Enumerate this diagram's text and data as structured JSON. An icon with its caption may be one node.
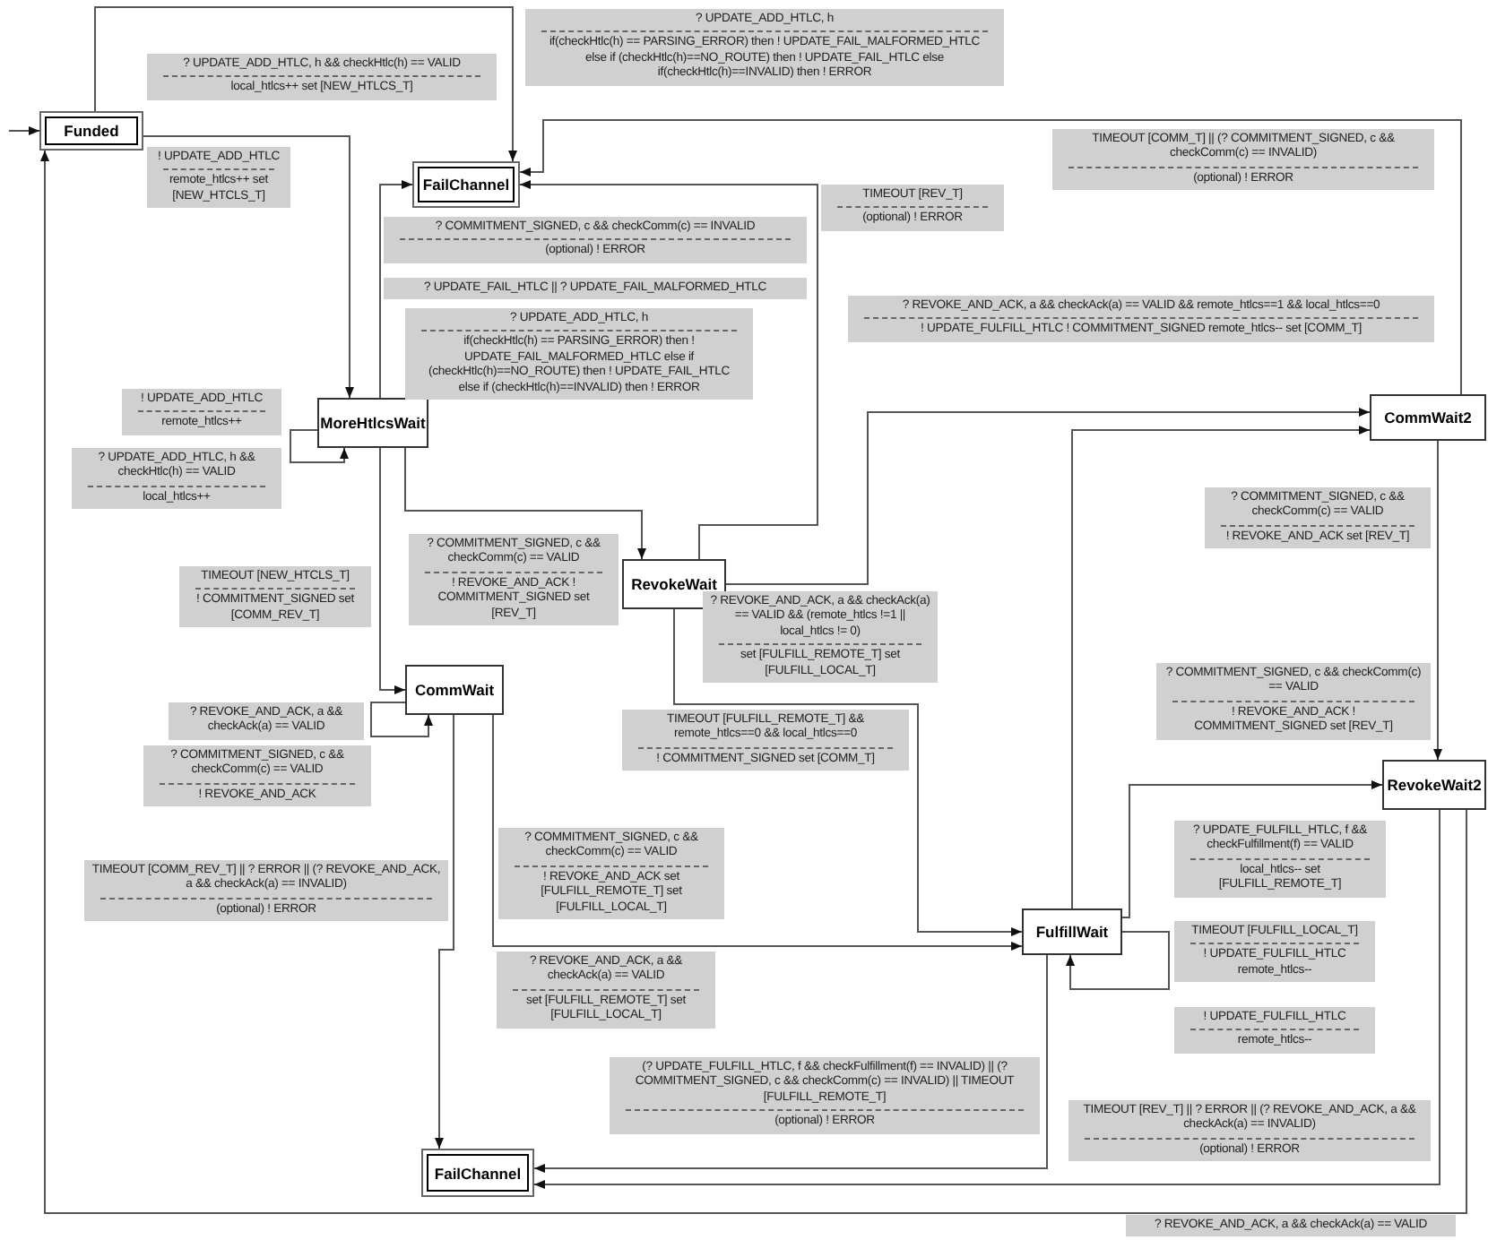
{
  "diagram": {
    "nodes": [
      {
        "text": [
          "Funded"
        ]
      },
      {
        "text": [
          "FailChannel"
        ]
      },
      {
        "text": [
          "MoreHtlcsWait"
        ]
      },
      {
        "text": [
          "CommWait"
        ]
      },
      {
        "text": [
          "FailChannel"
        ]
      },
      {
        "text": [
          "RevokeWait"
        ]
      },
      {
        "text": [
          "CommWait2"
        ]
      },
      {
        "text": [
          "FulfillWait"
        ]
      },
      {
        "text": [
          "RevokeWait2"
        ]
      }
    ],
    "edges": [
      {
        "from": null,
        "to": 0,
        "arrow": "to"
      },
      {
        "from": 0,
        "to": 1,
        "arrow": "to"
      },
      {
        "from": 0,
        "to": 2,
        "arrow": "to"
      },
      {
        "from": 2,
        "to": 2,
        "arrow": "to"
      },
      {
        "from": 2,
        "to": 1,
        "arrow": "to"
      },
      {
        "from": 2,
        "to": 3,
        "arrow": "to"
      },
      {
        "from": 2,
        "to": 5,
        "arrow": "to"
      },
      {
        "from": 5,
        "to": 1,
        "arrow": "to"
      },
      {
        "from": 5,
        "to": 6,
        "arrow": "to"
      },
      {
        "from": 6,
        "to": 1,
        "arrow": "to"
      },
      {
        "from": 6,
        "to": 8,
        "arrow": "to"
      },
      {
        "from": 5,
        "to": 7,
        "arrow": "to"
      },
      {
        "from": 7,
        "to": 6,
        "arrow": "to"
      },
      {
        "from": 3,
        "to": 3,
        "arrow": "to"
      },
      {
        "from": 3,
        "to": 4,
        "arrow": "to"
      },
      {
        "from": 3,
        "to": 7,
        "arrow": "to"
      },
      {
        "from": 7,
        "to": 7,
        "arrow": "to"
      },
      {
        "from": 7,
        "to": 8,
        "arrow": "to"
      },
      {
        "from": 7,
        "to": 4,
        "arrow": "to"
      },
      {
        "from": 8,
        "to": 4,
        "arrow": "to"
      },
      {
        "from": 8,
        "to": 0,
        "arrow": "to"
      }
    ],
    "labels": [
      "? UPDATE_ADD_HTLC, h",
      "if(checkHtlc(h) == PARSING_ERROR) then ! UPDATE_FAIL_MALFORMED_HTLC else if (checkHtlc(h)==NO_ROUTE) then ! UPDATE_FAIL_HTLC else if(checkHtlc(h)==INVALID) then ! ERROR",
      "? UPDATE_ADD_HTLC, h && checkHtlc(h) == VALID",
      "local_htlcs++ set [NEW_HTLCS_T]",
      "TIMEOUT [COMM_T] || (? COMMITMENT_SIGNED, c && checkComm(c) == INVALID)",
      "(optional) ! ERROR",
      "! UPDATE_ADD_HTLC",
      "remote_htlcs++ set [NEW_HTCLS_T]",
      "TIMEOUT [REV_T]",
      "(optional) ! ERROR",
      "? COMMITMENT_SIGNED, c && checkComm(c) == INVALID",
      "(optional) ! ERROR",
      "? UPDATE_FAIL_HTLC || ? UPDATE_FAIL_MALFORMED_HTLC",
      "? REVOKE_AND_ACK, a && checkAck(a) == VALID && remote_htlcs==1 && local_htlcs==0",
      "! UPDATE_FULFILL_HTLC ! COMMITMENT_SIGNED remote_htlcs-- set [COMM_T]",
      "? UPDATE_ADD_HTLC, h",
      "if(checkHtlc(h) == PARSING_ERROR) then ! UPDATE_FAIL_MALFORMED_HTLC else if (checkHtlc(h)==NO_ROUTE) then ! UPDATE_FAIL_HTLC else if (checkHtlc(h)==INVALID) then ! ERROR",
      "! UPDATE_ADD_HTLC",
      "remote_htlcs++",
      "? UPDATE_ADD_HTLC, h && checkHtlc(h) == VALID",
      "local_htlcs++",
      "? COMMITMENT_SIGNED, c && checkComm(c) == VALID",
      "! REVOKE_AND_ACK set [REV_T]",
      "? COMMITMENT_SIGNED, c && checkComm(c) == VALID",
      "! REVOKE_AND_ACK ! COMMITMENT_SIGNED set [REV_T]",
      "TIMEOUT [NEW_HTCLS_T]",
      "! COMMITMENT_SIGNED set [COMM_REV_T]",
      "? REVOKE_AND_ACK, a && checkAck(a) == VALID && (remote_htlcs !=1 || local_htlcs != 0)",
      "set [FULFILL_REMOTE_T] set [FULFILL_LOCAL_T]",
      "? COMMITMENT_SIGNED, c && checkComm(c) == VALID",
      "! REVOKE_AND_ACK ! COMMITMENT_SIGNED set [REV_T]",
      "? REVOKE_AND_ACK, a && checkAck(a) == VALID",
      "TIMEOUT [FULFILL_REMOTE_T] && remote_htlcs==0 && local_htlcs==0",
      "! COMMITMENT_SIGNED set [COMM_T]",
      "? COMMITMENT_SIGNED, c && checkComm(c) == VALID",
      "! REVOKE_AND_ACK",
      "? UPDATE_FULFILL_HTLC, f && checkFulfillment(f) == VALID",
      "local_htlcs-- set [FULFILL_REMOTE_T]",
      "? COMMITMENT_SIGNED, c && checkComm(c) == VALID",
      "! REVOKE_AND_ACK set [FULFILL_REMOTE_T] set [FULFILL_LOCAL_T]",
      "TIMEOUT [COMM_REV_T] || ? ERROR || (? REVOKE_AND_ACK, a && checkAck(a) == INVALID)",
      "(optional) ! ERROR",
      "TIMEOUT [FULFILL_LOCAL_T]",
      "! UPDATE_FULFILL_HTLC remote_htlcs--",
      "? REVOKE_AND_ACK, a && checkAck(a) == VALID",
      "set [FULFILL_REMOTE_T] set [FULFILL_LOCAL_T]",
      "! UPDATE_FULFILL_HTLC",
      "remote_htlcs--",
      "(? UPDATE_FULFILL_HTLC, f && checkFulfillment(f) == INVALID) || (? COMMITMENT_SIGNED, c && checkComm(c) == INVALID) || TIMEOUT [FULFILL_REMOTE_T]",
      "(optional) ! ERROR",
      "TIMEOUT [REV_T] || ? ERROR || (? REVOKE_AND_ACK, a && checkAck(a) == INVALID)",
      "(optional) ! ERROR",
      "? REVOKE_AND_ACK, a && checkAck(a) == VALID"
    ]
  }
}
